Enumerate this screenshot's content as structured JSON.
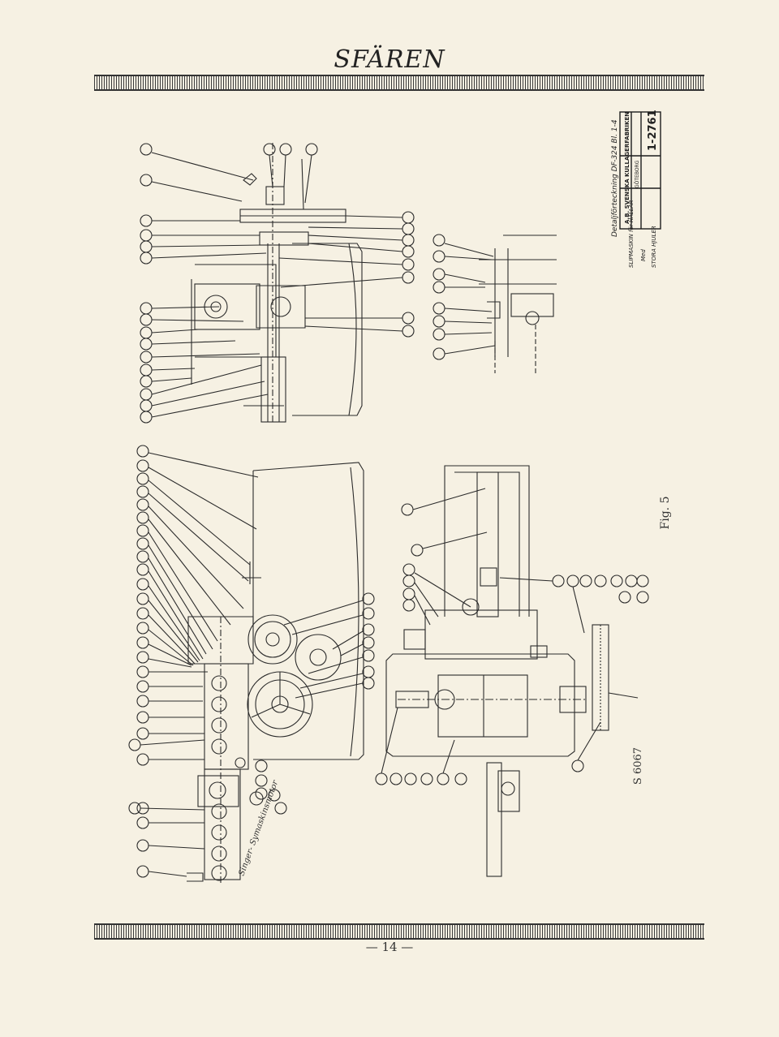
{
  "header": {
    "title": "SFÄREN"
  },
  "footer": {
    "page_number": "— 14 —"
  },
  "figure": {
    "label": "Fig. 5",
    "code": "S 6067",
    "note": "Singer- Symaskinsmotor"
  },
  "title_block": {
    "line1": "Detaljförteckning DF-324 Bl. 1-4",
    "line2": "SLIPMASKIN för HALLAR",
    "line3": "Med",
    "line4": "STORA HJULER",
    "company": "A.B. SVENSKA KULLAGERFABRIKEN",
    "city": "GÖTEBORG",
    "number": "1-2761"
  }
}
